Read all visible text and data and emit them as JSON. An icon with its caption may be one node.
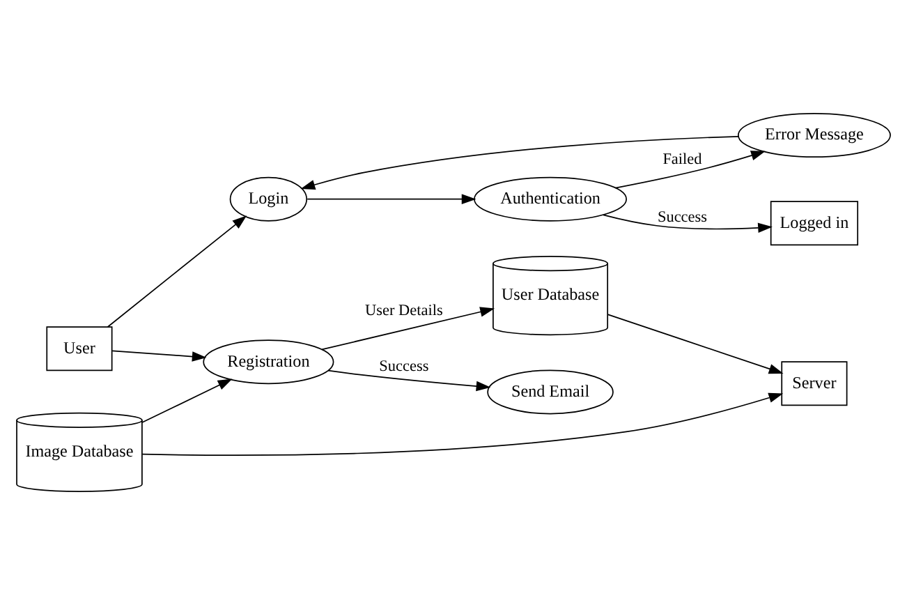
{
  "diagram": {
    "nodes": [
      {
        "text": [
          "User"
        ]
      },
      {
        "text": [
          "Registration"
        ]
      },
      {
        "text": [
          "Send Email"
        ]
      },
      {
        "text": [
          "Image Database"
        ]
      },
      {
        "text": [
          "Server"
        ]
      },
      {
        "text": [
          "User Database"
        ]
      },
      {
        "text": [
          "Login"
        ]
      },
      {
        "text": [
          "Authentication"
        ]
      },
      {
        "text": [
          "Error Message"
        ]
      },
      {
        "text": [
          "Logged in"
        ]
      }
    ],
    "edges": [
      {
        "from": 0,
        "to": 1,
        "arrow": "to"
      },
      {
        "from": 1,
        "to": 2,
        "arrow": "to",
        "label": "Success"
      },
      {
        "from": 3,
        "to": 1,
        "arrow": "to"
      },
      {
        "from": 3,
        "to": 4,
        "arrow": "to"
      },
      {
        "from": 1,
        "to": 5,
        "arrow": "to",
        "label": "User Details"
      },
      {
        "from": 5,
        "to": 4,
        "arrow": "to"
      },
      {
        "from": 0,
        "to": 6,
        "arrow": "to"
      },
      {
        "from": 6,
        "to": 7,
        "arrow": "to"
      },
      {
        "from": 7,
        "to": 8,
        "arrow": "to",
        "label": "Failed"
      },
      {
        "from": 8,
        "to": 6,
        "arrow": "to"
      },
      {
        "from": 7,
        "to": 9,
        "arrow": "to",
        "label": "Success"
      }
    ]
  }
}
